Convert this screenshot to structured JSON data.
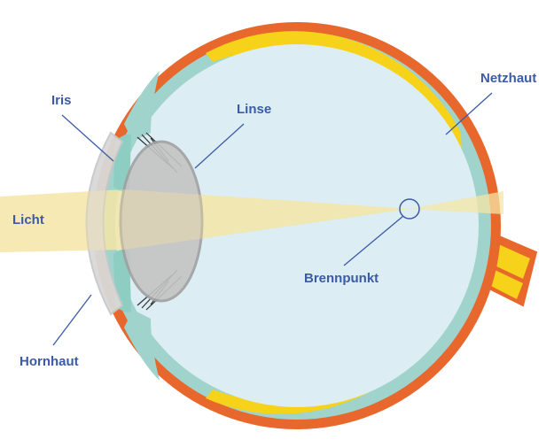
{
  "labels": {
    "iris": "Iris",
    "linse": "Linse",
    "netzhaut": "Netzhaut",
    "licht": "Licht",
    "brennpunkt": "Brennpunkt",
    "hornhaut": "Hornhaut"
  },
  "colors": {
    "label_text": "#3b5ba6",
    "leader_line": "#3b5ba6",
    "sclera": "#e8672c",
    "retina": "#f7d21a",
    "choroid": "#9fd3cb",
    "vitreous": "#dcedf3",
    "iris": "#8ecdc2",
    "lens": "#c4c4c4",
    "cornea": "#d9d9d9",
    "light_beam": "#f6e6a5",
    "optic_nerve": "#f7d21a"
  }
}
